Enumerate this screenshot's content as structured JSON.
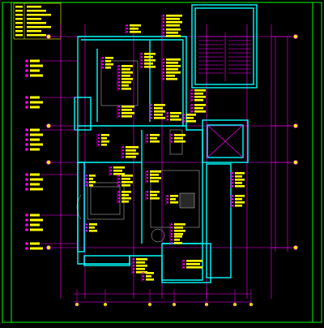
{
  "title": "",
  "colors": {
    "background": "#000000",
    "frame": "#00ff00",
    "wall": "#00ffff",
    "grid": "#ff00ff",
    "annotation": "#ffff00",
    "leader": "#ff00ff",
    "marker": "#ffff00",
    "furniture": "#ffffff",
    "stair": "#ff00ff"
  },
  "legend_rows": 8,
  "left_label_groups": 6,
  "annotation_blocks": 34,
  "dimension_markers": 9
}
